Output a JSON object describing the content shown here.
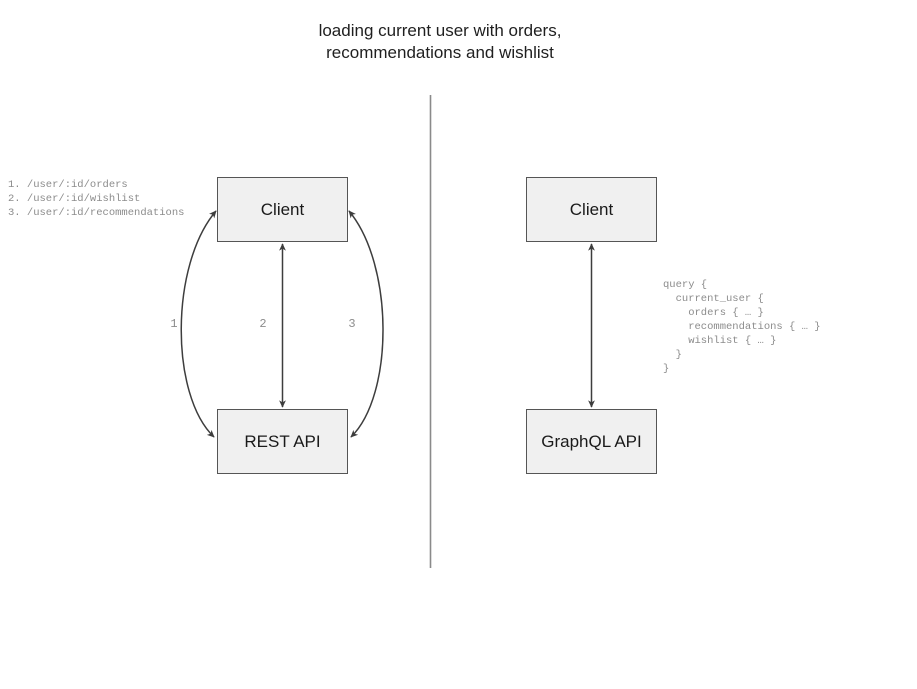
{
  "diagram": {
    "title": "loading current user with orders,\nrecommendations and wishlist",
    "divider": {
      "color": "#8a8a8a"
    },
    "node_fill": "#f0f0f0",
    "node_stroke": "#555555",
    "arrow_color": "#3d3d3d",
    "code_color": "#8c8c8c",
    "left_panel": {
      "name": "rest-approach",
      "client_node": "Client",
      "api_node": "REST API",
      "endpoints": "1. /user/:id/orders\n2. /user/:id/wishlist\n3. /user/:id/recommendations",
      "edge_labels": [
        "1",
        "2",
        "3"
      ],
      "edges": [
        {
          "label": "1",
          "shape": "curve-left",
          "bidirectional": true
        },
        {
          "label": "2",
          "shape": "straight",
          "bidirectional": true
        },
        {
          "label": "3",
          "shape": "curve-right",
          "bidirectional": true
        }
      ]
    },
    "right_panel": {
      "name": "graphql-approach",
      "client_node": "Client",
      "api_node": "GraphQL API",
      "query": "query {\n  current_user {\n    orders { … }\n    recommendations { … }\n    wishlist { … }\n  }\n}",
      "edges": [
        {
          "shape": "straight",
          "bidirectional": true
        }
      ]
    }
  }
}
